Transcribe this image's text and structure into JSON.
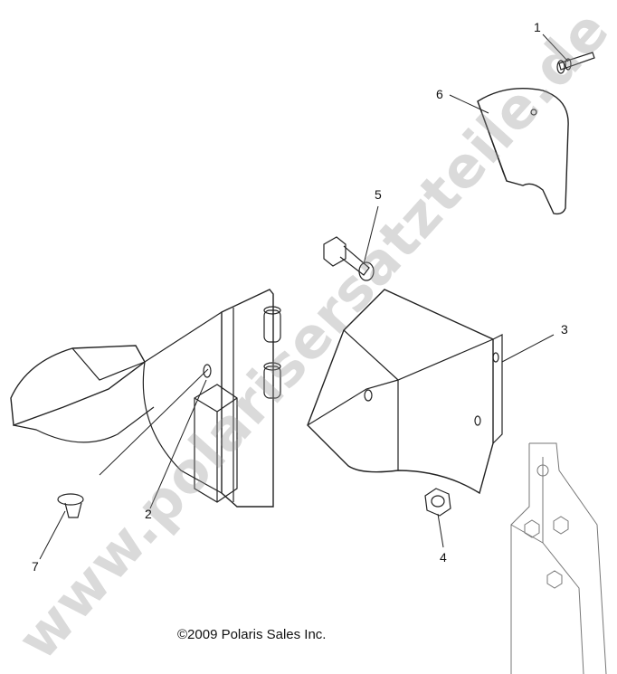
{
  "callouts": {
    "c1": "1",
    "c2": "2",
    "c3": "3",
    "c4": "4",
    "c5": "5",
    "c6": "6",
    "c7": "7"
  },
  "copyright": "©2009 Polaris Sales Inc.",
  "watermark": "www.polarisersatzteile.de"
}
